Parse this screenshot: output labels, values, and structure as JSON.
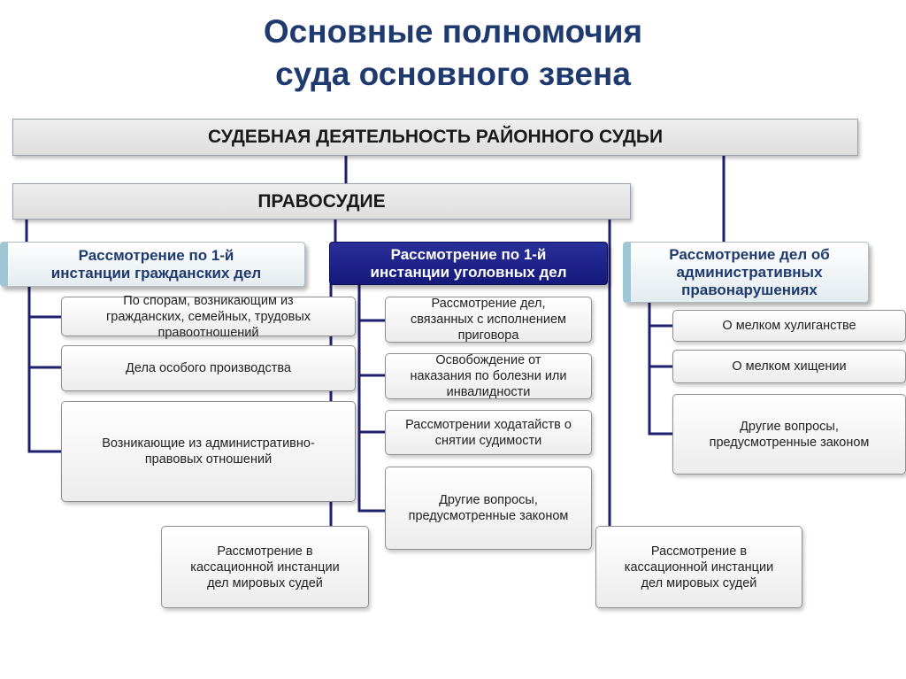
{
  "title": {
    "line1": "Основные полномочия",
    "line2": "суда основного звена"
  },
  "top_bar": "СУДЕБНАЯ ДЕЯТЕЛЬНОСТЬ РАЙОННОГО СУДЬИ",
  "justice_bar": "ПРАВОСУДИЕ",
  "branches": {
    "civil": {
      "header": [
        "Рассмотрение по 1-й",
        "инстанции гражданских дел"
      ],
      "items": [
        [
          "По спорам, возникающим из",
          "гражданских, семейных, трудовых",
          "правоотношений"
        ],
        [
          "Дела особого производства"
        ],
        [
          "Возникающие из административно-",
          "правовых отношений"
        ]
      ],
      "cassation": [
        "Рассмотрение в",
        "кассационной инстанции",
        "дел мировых судей"
      ]
    },
    "criminal": {
      "header": [
        "Рассмотрение по 1-й",
        "инстанции уголовных дел"
      ],
      "items": [
        [
          "Рассмотрение дел,",
          "связанных с исполнением",
          "приговора"
        ],
        [
          "Освобождение от",
          "наказания по болезни или",
          "инвалидности"
        ],
        [
          "Рассмотрении ходатайств о",
          "снятии судимости"
        ],
        [
          "Другие вопросы,",
          "предусмотренные законом"
        ]
      ],
      "cassation": [
        "Рассмотрение в",
        "кассационной инстанции",
        "дел мировых судей"
      ]
    },
    "admin": {
      "header": [
        "Рассмотрение дел об",
        "административных",
        "правонарушениях"
      ],
      "items": [
        [
          "О мелком хулиганстве"
        ],
        [
          "О мелком хищении"
        ],
        [
          "Другие вопросы,",
          "предусмотренные законом"
        ]
      ]
    }
  },
  "colors": {
    "connector": "#1e1f6e",
    "title": "#1f3a6e",
    "dark_header": "#1a1f88",
    "light_header_accent": "#9fc6d4"
  }
}
